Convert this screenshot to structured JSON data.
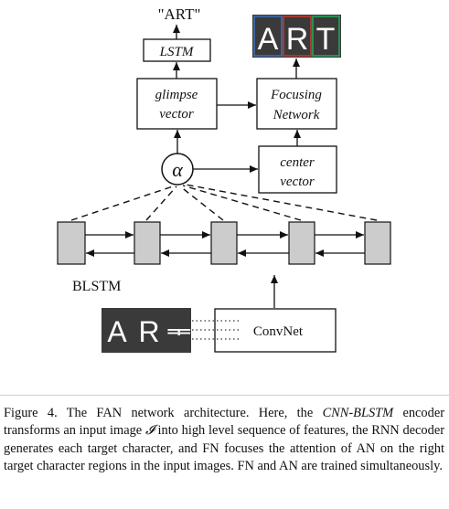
{
  "diagram": {
    "output_text": "\"ART\"",
    "lstm_label": "LSTM",
    "glimpse": [
      "glimpse",
      "vector"
    ],
    "focusing": [
      "Focusing",
      "Network"
    ],
    "alpha": "α",
    "center": [
      "center",
      "vector"
    ],
    "blstm_label": "BLSTM",
    "convnet_label": "ConvNet",
    "output_image_chars": [
      "A",
      "R",
      "T"
    ],
    "input_image_chars": [
      "A",
      "R",
      "ᆍ"
    ],
    "colors": {
      "focus_box_A": "#3b6fb6",
      "focus_box_R": "#c0392b",
      "focus_box_T": "#27a35a",
      "image_bg": "#3a3a3a",
      "blstm_cell": "#cccccc"
    }
  },
  "caption": {
    "prefix": "Figure 4. The FAN network architecture. Here, the ",
    "emph1": "CNN-BLSTM",
    "mid1": " encoder transforms an input image ",
    "emph2": "𝓘",
    "suffix": " into high level sequence of features, the RNN decoder generates each target character, and FN focuses the attention of AN on the right target character regions in the input images. FN and AN are trained simultaneously."
  }
}
